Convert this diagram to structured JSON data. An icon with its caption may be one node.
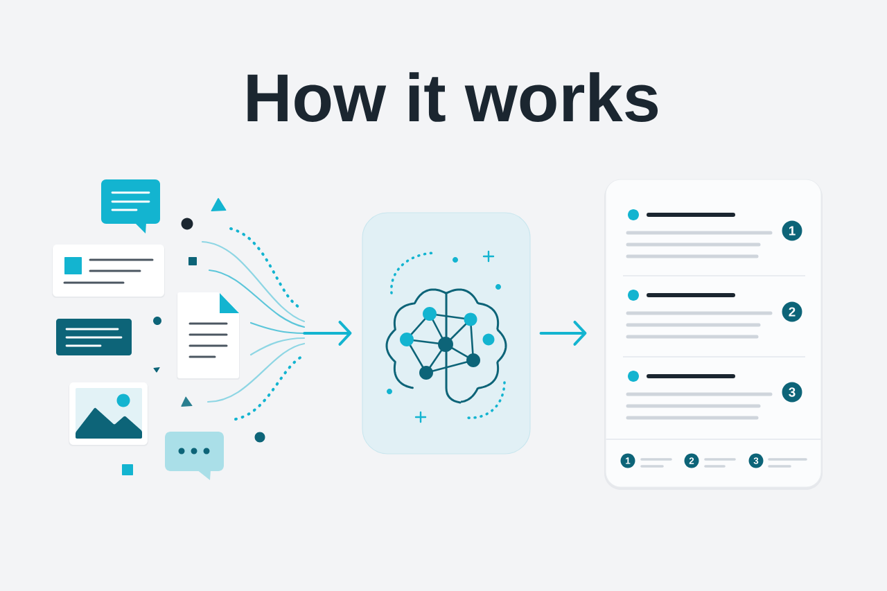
{
  "diagram": {
    "title": "How it works",
    "nodes": [
      {
        "text": [],
        "shape": "picture"
      },
      {
        "text": [],
        "shape": "box"
      },
      {
        "text": [],
        "shape": "box"
      },
      {
        "text": [
          "1"
        ],
        "in": 2
      },
      {
        "text": [
          "2"
        ],
        "in": 2
      },
      {
        "text": [
          "3"
        ],
        "in": 2
      },
      {
        "text": [
          "1"
        ],
        "in": 2
      },
      {
        "text": [
          "2"
        ],
        "in": 2
      },
      {
        "text": [
          "3"
        ],
        "in": 2
      }
    ],
    "edges": [
      {
        "from": 0,
        "to": 1,
        "arrow": "to"
      },
      {
        "from": 1,
        "to": 2,
        "arrow": "to"
      }
    ]
  }
}
